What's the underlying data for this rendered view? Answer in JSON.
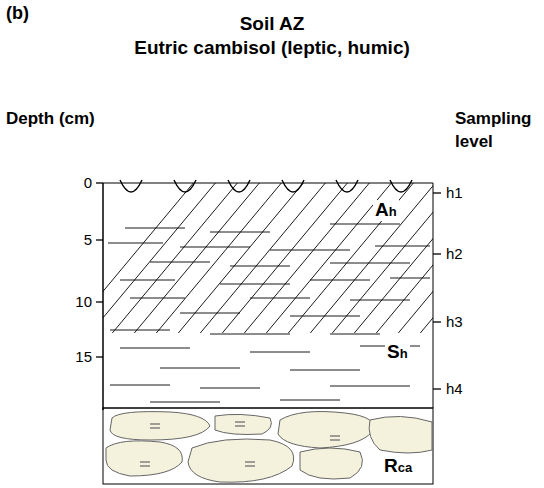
{
  "diagram": {
    "title": "Soil AZ",
    "labels": [
      "(b)",
      "Eutric cambisol (leptic, humic)",
      "Depth (cm)",
      "Sampling level",
      "0",
      "5",
      "10",
      "15",
      "h1",
      "h2",
      "h3",
      "h4",
      "Ah",
      "Sh",
      "Rca"
    ]
  }
}
